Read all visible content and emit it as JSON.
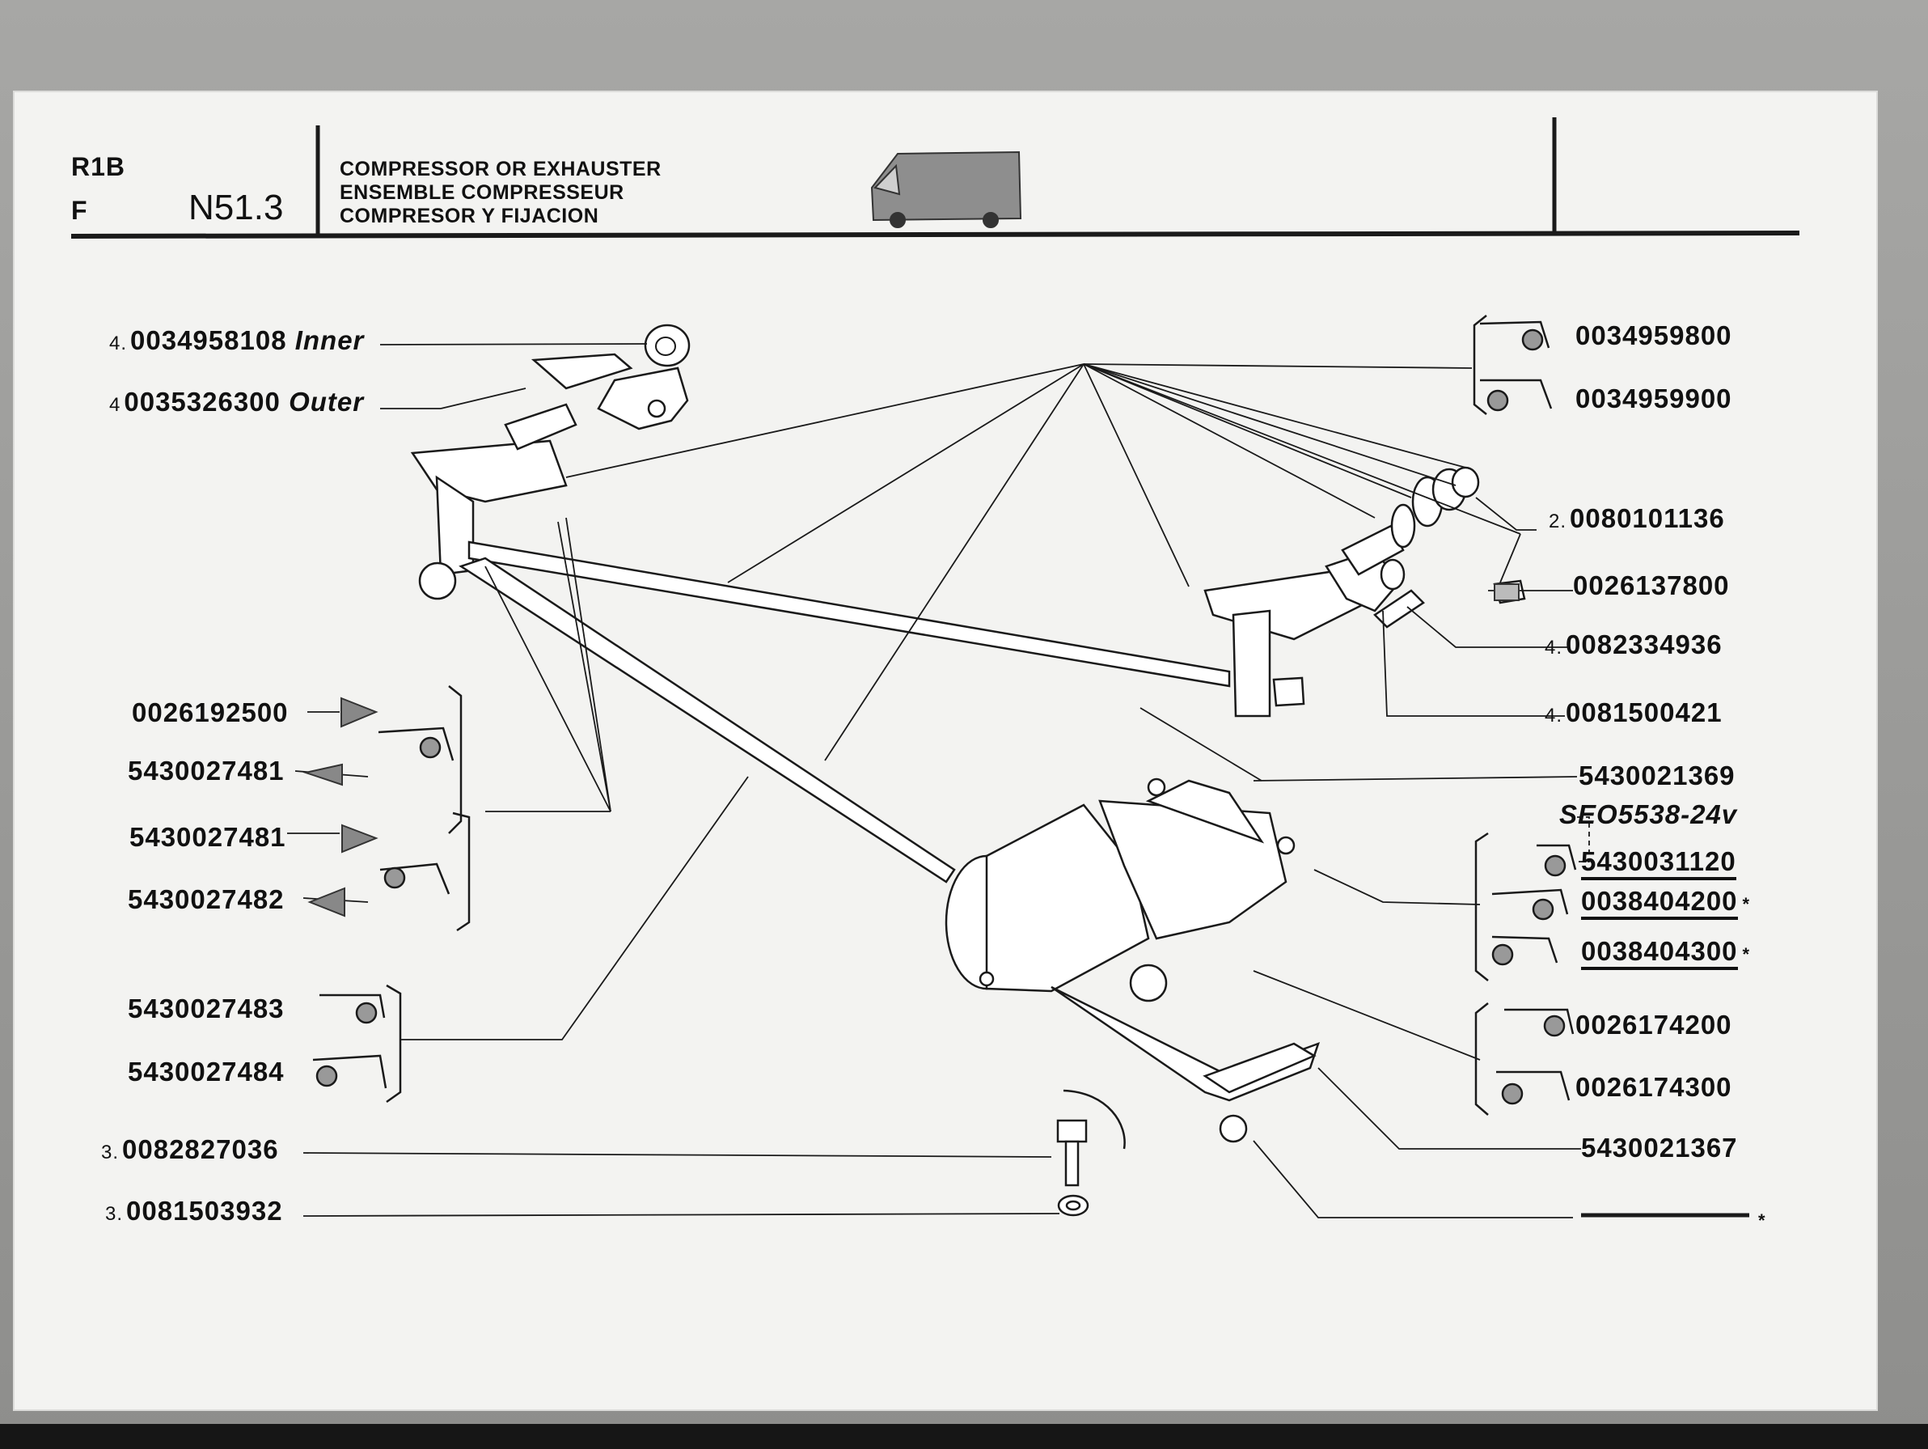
{
  "header": {
    "model": "R1B",
    "variant": "F",
    "page_code": "N51.3",
    "title_lines": [
      "COMPRESSOR OR EXHAUSTER",
      "ENSEMBLE COMPRESSEUR",
      "COMPRESOR Y FIJACION"
    ]
  },
  "parts_left": [
    {
      "qty": "4.",
      "number": "0034958108",
      "note": "Inner"
    },
    {
      "qty": "4",
      "number": "0035326300",
      "note": "Outer"
    },
    {
      "qty": "",
      "number": "0026192500",
      "note": ""
    },
    {
      "qty": "",
      "number": "5430027481",
      "note": ""
    },
    {
      "qty": "",
      "number": "5430027481",
      "note": ""
    },
    {
      "qty": "",
      "number": "5430027482",
      "note": ""
    },
    {
      "qty": "",
      "number": "5430027483",
      "note": ""
    },
    {
      "qty": "",
      "number": "5430027484",
      "note": ""
    },
    {
      "qty": "3.",
      "number": "0082827036",
      "note": ""
    },
    {
      "qty": "3.",
      "number": "0081503932",
      "note": ""
    }
  ],
  "parts_right": [
    {
      "qty": "",
      "number": "0034959800",
      "note": ""
    },
    {
      "qty": "",
      "number": "0034959900",
      "note": ""
    },
    {
      "qty": "2.",
      "number": "0080101136",
      "note": ""
    },
    {
      "qty": "",
      "number": "0026137800",
      "note": ""
    },
    {
      "qty": "4.",
      "number": "0082334936",
      "note": ""
    },
    {
      "qty": "4.",
      "number": "0081500421",
      "note": ""
    },
    {
      "qty": "",
      "number": "5430021369",
      "note": ""
    },
    {
      "qty": "",
      "number": "SEO5538-24v",
      "note": ""
    },
    {
      "qty": "",
      "number": "5430031120",
      "note": ""
    },
    {
      "qty": "",
      "number": "0038404200",
      "note": "*"
    },
    {
      "qty": "",
      "number": "0038404300",
      "note": "*"
    },
    {
      "qty": "",
      "number": "0026174200",
      "note": ""
    },
    {
      "qty": "",
      "number": "0026174300",
      "note": ""
    },
    {
      "qty": "",
      "number": "5430021367",
      "note": ""
    },
    {
      "qty": "",
      "number": "",
      "note": "*"
    }
  ]
}
